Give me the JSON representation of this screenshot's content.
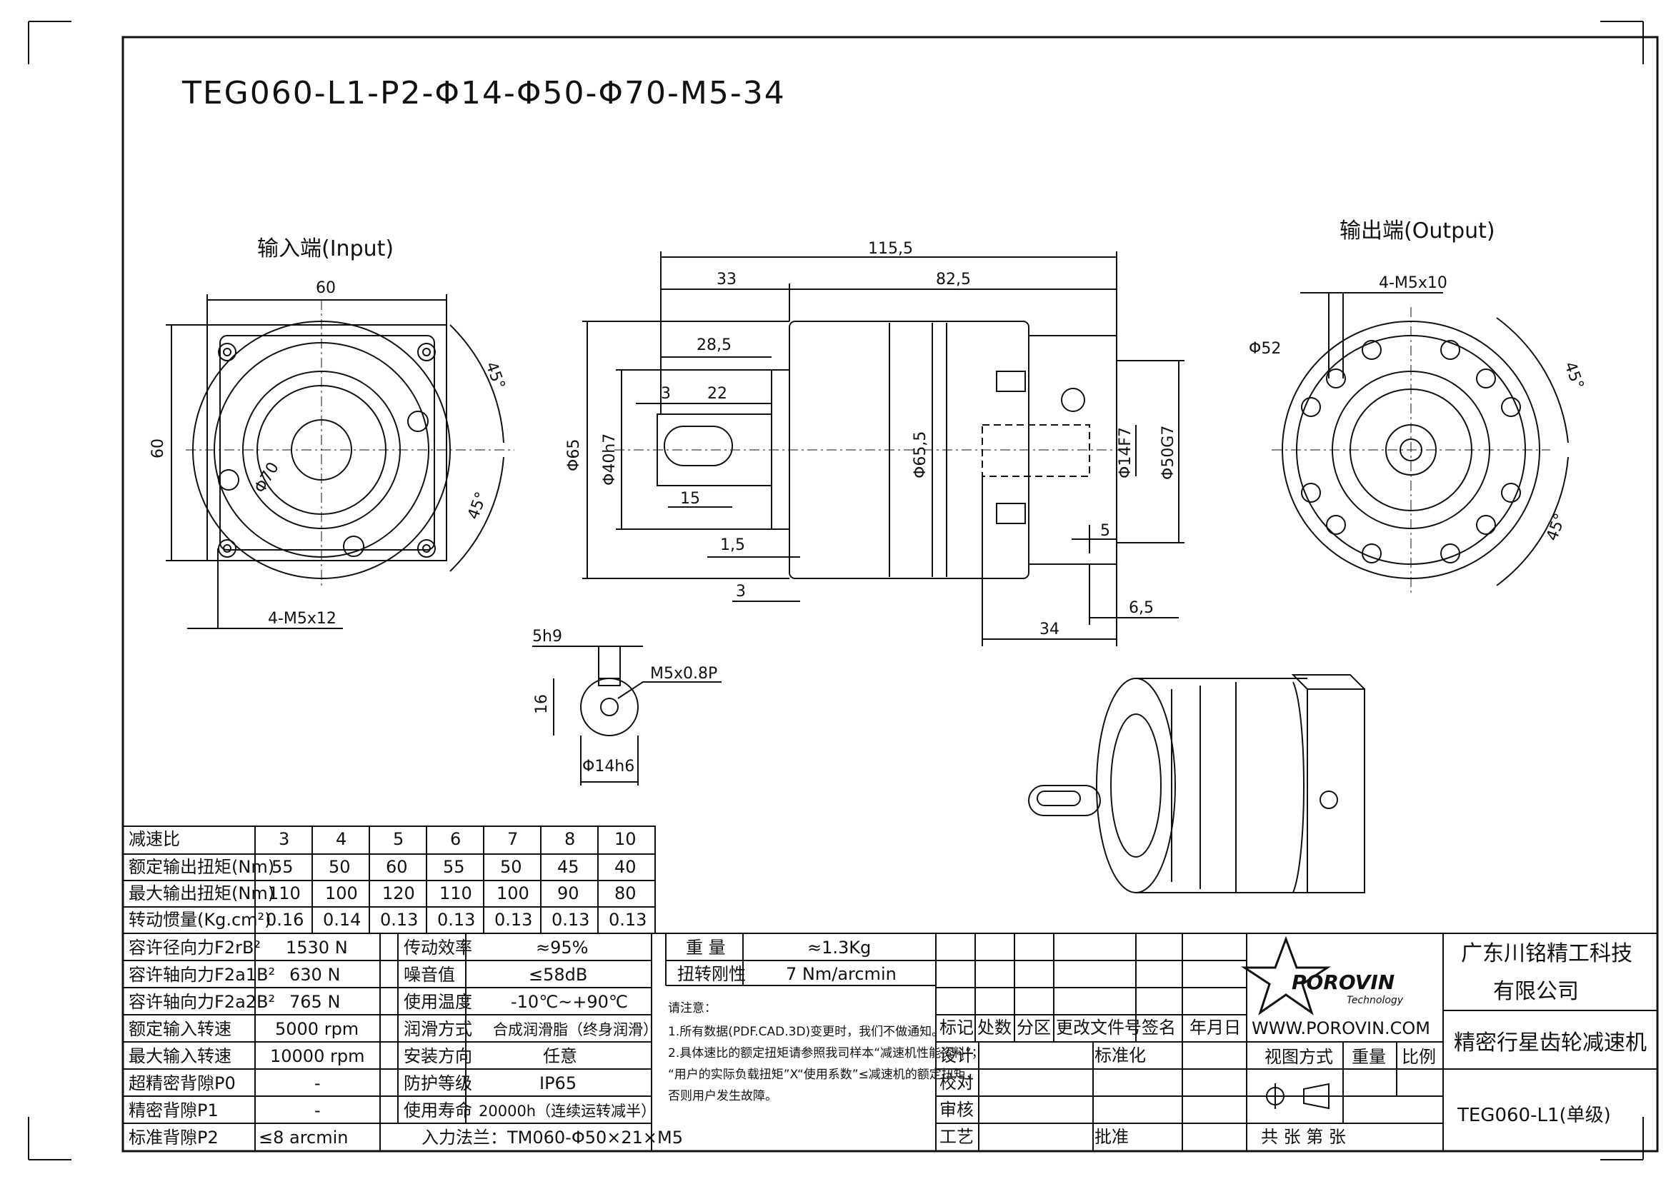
{
  "title": "TEG060-L1-P2-Φ14-Φ50-Φ70-M5-34",
  "views": {
    "input": {
      "label": "输入端(Input)",
      "dim_width": "60",
      "dim_height": "60",
      "dim_pcd": "Φ70",
      "dim_holes": "4-M5x12",
      "angle_top": "45°",
      "angle_bottom": "45°"
    },
    "side": {
      "dim_total": "115,5",
      "dim_33": "33",
      "dim_82_5": "82,5",
      "dim_28_5": "28,5",
      "dim_3a": "3",
      "dim_22": "22",
      "dim_15": "15",
      "dim_1_5": "1,5",
      "dim_3b": "3",
      "dim_65": "Φ65",
      "dim_40h7": "Φ40h7",
      "dim_65_5": "Φ65,5",
      "dim_14f7": "Φ14F7",
      "dim_50g7": "Φ50G7",
      "dim_5": "5",
      "dim_6_5": "6,5",
      "dim_34": "34"
    },
    "output": {
      "label": "输出端(Output)",
      "dim_holes": "4-M5x10",
      "dim_pcd": "Φ52",
      "angle_top": "45°",
      "angle_bottom": "45°"
    },
    "key": {
      "dim_5h9": "5h9",
      "dim_16": "16",
      "dim_m5": "M5x0.8P",
      "dim_14h6": "Φ14h6"
    }
  },
  "ratio_table": {
    "headers": [
      "减速比",
      "3",
      "4",
      "5",
      "6",
      "7",
      "8",
      "10"
    ],
    "rows": [
      [
        "额定输出扭矩(Nm)",
        "55",
        "50",
        "60",
        "55",
        "50",
        "45",
        "40"
      ],
      [
        "最大输出扭矩(Nm)",
        "110",
        "100",
        "120",
        "110",
        "100",
        "90",
        "80"
      ],
      [
        "转动惯量(Kg.cm²)",
        "0.16",
        "0.14",
        "0.13",
        "0.13",
        "0.13",
        "0.13",
        "0.13"
      ]
    ]
  },
  "spec_table": [
    [
      "容许径向力F2rB²",
      "1530 N"
    ],
    [
      "容许轴向力F2a1B²",
      "630 N"
    ],
    [
      "容许轴向力F2a2B²",
      "765 N"
    ],
    [
      "额定输入转速",
      "5000 rpm"
    ],
    [
      "最大输入转速",
      "10000 rpm"
    ],
    [
      "超精密背隙P0",
      "-"
    ],
    [
      "精密背隙P1",
      "-"
    ],
    [
      "标准背隙P2",
      "≤8 arcmin"
    ]
  ],
  "perf_table": [
    [
      "传动效率",
      "≈95%"
    ],
    [
      "噪音值",
      "≤58dB"
    ],
    [
      "使用温度",
      "-10℃~+90℃"
    ],
    [
      "润滑方式",
      "合成润滑脂（终身润滑）"
    ],
    [
      "安装方向",
      "任意"
    ],
    [
      "防护等级",
      "IP65"
    ],
    [
      "使用寿命",
      "20000h（连续运转减半）"
    ]
  ],
  "flange_note": "入力法兰：TM060-Φ50×21×M5",
  "weight_table": [
    [
      "重  量",
      "≈1.3Kg"
    ],
    [
      "扭转刚性",
      "7 Nm/arcmin"
    ]
  ],
  "notes": {
    "heading": "请注意：",
    "line1": "1.所有数据(PDF.CAD.3D)变更时，我们不做通知。",
    "line2": "2.具体速比的额定扭矩请参照我司样本“减速机性能资料”；",
    "line3": "“用户的实际负载扭矩”X“使用系数”≤减速机的额定扭矩，",
    "line4": "否则用户发生故障。"
  },
  "revision": {
    "labels": [
      "标记",
      "处数",
      "分区",
      "更改文件号",
      "签名",
      "年月日"
    ],
    "design": "设计",
    "standard": "标准化",
    "check": "校对",
    "review": "审核",
    "process": "工艺",
    "approve": "批准"
  },
  "brand": {
    "logo": "POROVIN",
    "logo_sub": "Technology",
    "website": "WWW.POROVIN.COM",
    "view_method": "视图方式",
    "weight": "重量",
    "scale": "比例",
    "sheets": "共  张 第  张"
  },
  "company": {
    "name_line1": "广东川铭精工科技",
    "name_line2": "有限公司",
    "product": "精密行星齿轮减速机",
    "model": "TEG060-L1(单级)"
  }
}
